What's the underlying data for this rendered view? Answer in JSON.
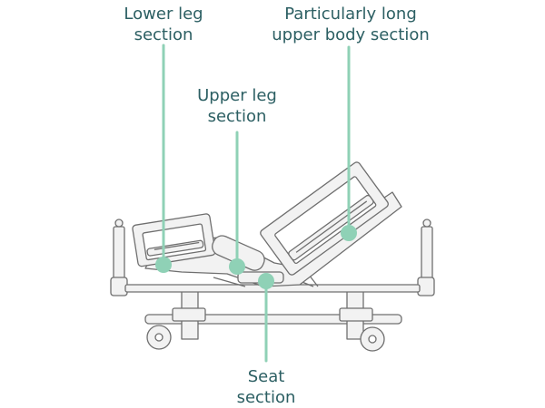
{
  "labels": {
    "lower_leg": {
      "line1": "Lower leg",
      "line2": "section"
    },
    "upper_body": {
      "line1": "Particularly long",
      "line2": "upper body section"
    },
    "upper_leg": {
      "line1": "Upper leg",
      "line2": "section"
    },
    "seat": {
      "line1": "Seat",
      "line2": "section"
    }
  },
  "colors": {
    "accent": "#8fd1b6",
    "text": "#2c5f63",
    "outline": "#6f6f6f",
    "fill": "#f2f2f2"
  }
}
